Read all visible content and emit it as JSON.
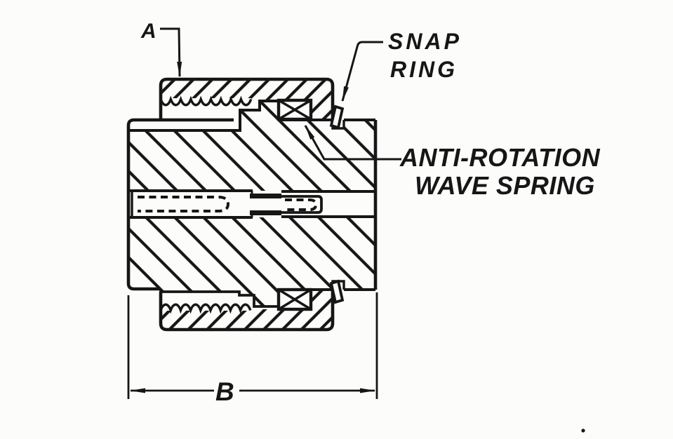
{
  "labels": {
    "callout_a": "A",
    "dimension_b": "B",
    "snap_ring_line1": "SNAP",
    "snap_ring_line2": "RING",
    "anti_rotation_line1": "ANTI-ROTATION",
    "anti_rotation_line2": "WAVE SPRING"
  },
  "colors": {
    "ink": "#161616",
    "paper": "#fcfcfb"
  },
  "figure": {
    "type": "engineering-cross-section",
    "components_shown": [
      "coupling-nut-upper-section",
      "coupling-nut-lower-section",
      "threaded-joint",
      "snap-ring-upper",
      "snap-ring-lower",
      "anti-rotation-wave-spring-upper",
      "anti-rotation-wave-spring-lower",
      "body-with-center-bore",
      "hidden-bore-dashed-lines",
      "dimension-b-extent"
    ]
  }
}
